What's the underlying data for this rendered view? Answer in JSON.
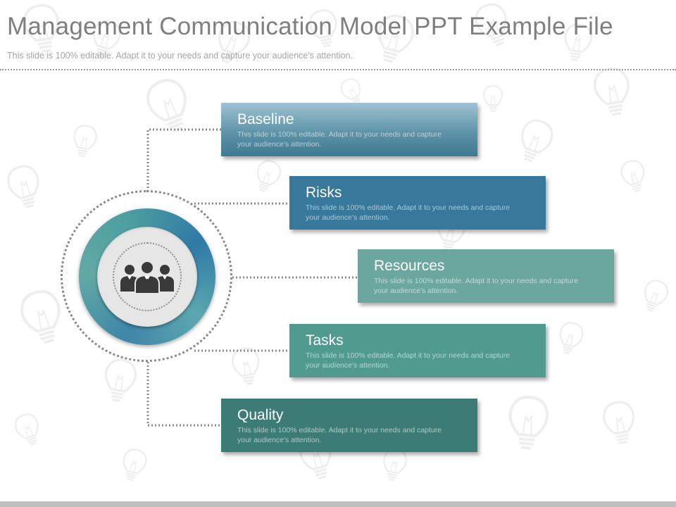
{
  "slide": {
    "title": "Management Communication Model PPT Example File",
    "subtitle": "This slide is 100% editable. Adapt it to your needs and capture your audience's attention."
  },
  "hub": {
    "icon": "people-group-icon"
  },
  "items": [
    {
      "title": "Baseline",
      "text": "This slide is 100% editable. Adapt it to your needs and capture your audience's attention.",
      "color": "#5f93a8"
    },
    {
      "title": "Risks",
      "text": "This slide is 100% editable. Adapt it to your needs and capture your audience's attention.",
      "color": "#38789b"
    },
    {
      "title": "Resources",
      "text": "This slide is 100% editable. Adapt it to your needs and capture your audience's attention.",
      "color": "#6ba69f"
    },
    {
      "title": "Tasks",
      "text": "This slide is 100% editable. Adapt it to your needs and capture your audience's attention.",
      "color": "#519a8f"
    },
    {
      "title": "Quality",
      "text": "This slide is 100% editable. Adapt it to your needs and capture your audience's attention.",
      "color": "#3d7b77"
    }
  ],
  "background": {
    "motif": "lightbulb-icon"
  }
}
